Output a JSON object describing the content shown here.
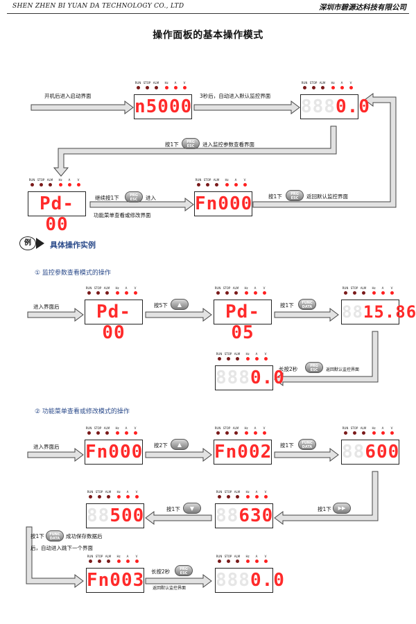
{
  "header": {
    "company_en": "SHEN ZHEN BI YUAN DA TECHNOLOGY CO., LTD",
    "company_cn": "深圳市碧源达科技有限公司"
  },
  "title": "操作面板的基本操作模式",
  "led_labels": [
    "RUN",
    "STOP",
    "ALM",
    "Hz",
    "A",
    "V"
  ],
  "keys": {
    "prg": [
      "PRG",
      "ESC"
    ],
    "func": [
      "FUNC",
      "DATA"
    ],
    "up": "▲",
    "down": "▼",
    "shift": "▶▶"
  },
  "top": {
    "power_on": "开机后进入启动界面",
    "after3s": "3秒后，自动进入默认监控界面",
    "press1_a": "按1下",
    "to_monitor": "进入监控参数查看界面",
    "continue_a": "继续按1下",
    "continue_b": "进入",
    "func_menu": "功能菜单查看或修改界面",
    "press1_b": "按1下",
    "return_default": "返回默认监控界面",
    "d_n5000": "n5000",
    "d_default": "0.0",
    "d_default_dim": "888",
    "d_pd00": "Pd-00",
    "d_fn000": "Fn000"
  },
  "example_label": "例",
  "example_title": "具体操作实例",
  "sec1": {
    "title": "① 监控参数查看模式的操作",
    "enter": "进入界面后",
    "press5": "按5下",
    "press1": "按1下",
    "long2s": "长按2秒",
    "return": "返回默认监控界面",
    "d_pd00": "Pd-00",
    "d_pd05": "Pd-05",
    "d_value": "15.86",
    "d_value_dim": "88",
    "d_default": "0.0",
    "d_default_dim": "888"
  },
  "sec2": {
    "title": "② 功能菜单查看或修改模式的操作",
    "enter": "进入界面后",
    "press2": "按2下",
    "press1_func": "按1下",
    "press1_shift": "按1下",
    "press1_down": "按1下",
    "save_a": "按1下",
    "save_b": "成功保存数据后",
    "save_c": "后，自动进入跳下一个界面",
    "long2s": "长按2秒",
    "return": "返回默认监控界面",
    "d_fn000": "Fn000",
    "d_fn002": "Fn002",
    "d_600": "600",
    "d_600_dim": "88",
    "d_500": "500",
    "d_500_dim": "88",
    "d_630": "630",
    "d_630_dim": "88",
    "d_fn003": "Fn003",
    "d_default": "0.0",
    "d_default_dim": "888"
  }
}
